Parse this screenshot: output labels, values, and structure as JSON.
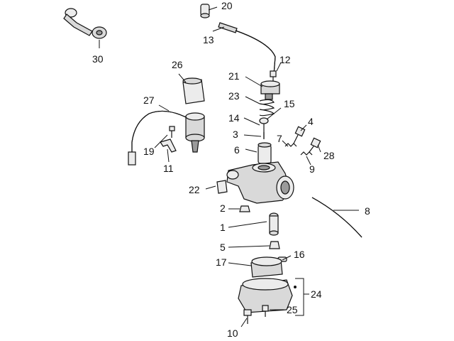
{
  "diagram": {
    "labels": [
      "30",
      "20",
      "13",
      "12",
      "21",
      "26",
      "23",
      "15",
      "27",
      "14",
      "4",
      "3",
      "7",
      "28",
      "19",
      "6",
      "9",
      "11",
      "22",
      "8",
      "2",
      "1",
      "5",
      "16",
      "17",
      "24",
      "25",
      "10"
    ]
  }
}
